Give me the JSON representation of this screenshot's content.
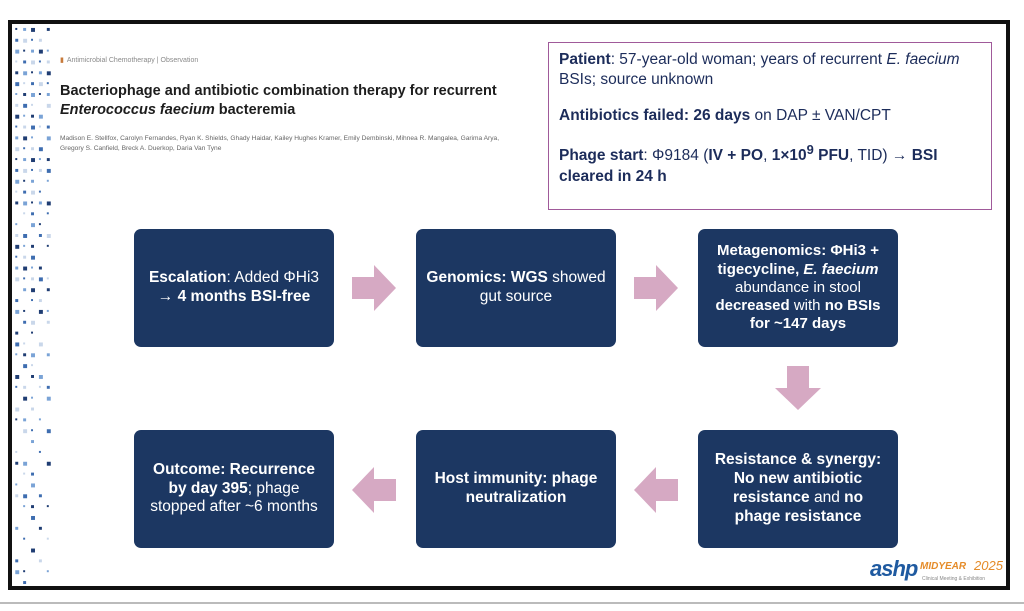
{
  "paper": {
    "tag": "Antimicrobial Chemotherapy | Observation",
    "title_line1": "Bacteriophage and antibiotic combination therapy for recurrent",
    "title_line2": "Enterococcus faecium",
    "title_line2_rest": " bacteremia",
    "authors": "Madison E. Stellfox, Carolyn Fernandes, Ryan K. Shields, Ghady Haidar, Kailey Hughes Kramer, Emily Dembinski, Mihnea R. Mangalea, Garima Arya, Gregory S. Canfield, Breck A. Duerkop, Daria Van Tyne"
  },
  "patient": {
    "label1": "Patient",
    "text1": ": 57-year-old woman; years of recurrent ",
    "text1_em": "E. faecium",
    "text1_end": " BSIs; source unknown",
    "label2": "Antibiotics failed:",
    "text2_bold": " 26 days",
    "text2": " on DAP ± VAN/CPT",
    "label3": "Phage start",
    "text3a": ": Φ9184 (",
    "text3b_bold": "IV + PO",
    "text3c": ", ",
    "text3d_bold": "1×10",
    "text3d_sup": "9",
    "text3e": " PFU",
    "text3f": ", TID) → ",
    "text3g_bold": "BSI cleared in 24 h"
  },
  "flow": {
    "box1": {
      "a": "Escalation",
      "b": ": Added ΦHi3 ",
      "c": "→ 4 months BSI-free"
    },
    "box2": {
      "a": "Genomics: WGS",
      "b": " showed gut source"
    },
    "box3": {
      "a": "Metagenomics: ΦHi3 + tigecycline, ",
      "b": "E. faecium",
      "c": " abundance in stool ",
      "d": "decreased",
      "e": " with ",
      "f": "no BSIs for ~147 days"
    },
    "box4": {
      "a": "Resistance & synergy:",
      "b": " No new antibiotic resistance",
      "c": " and ",
      "d": "no phage resistance"
    },
    "box5": {
      "a": "Host immunity: phage neutralization"
    },
    "box6": {
      "a": "Outcome: Recurrence by day 395",
      "b": "; phage stopped after ~6 months"
    }
  },
  "logo": {
    "main": "ashp",
    "mid": "MIDYEAR",
    "year": "2025",
    "sub": "Clinical Meeting & Exhibition"
  },
  "colors": {
    "box": "#1c3762",
    "arrow": "#d6a9c3",
    "accent": "#a05a9a",
    "text": "#1c2c5a"
  }
}
